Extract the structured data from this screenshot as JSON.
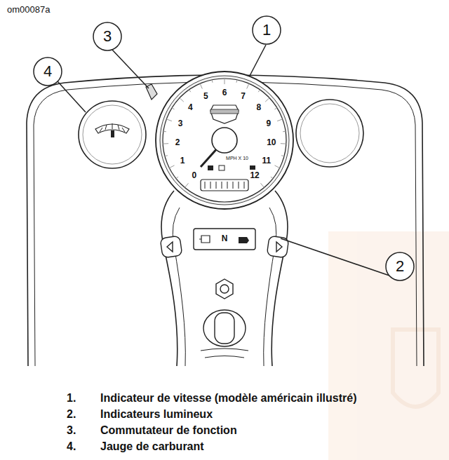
{
  "diagram": {
    "labels": [
      "om00087a",
      "1",
      "2",
      "3",
      "4",
      "0",
      "1",
      "2",
      "3",
      "4",
      "5",
      "6",
      "7",
      "8",
      "9",
      "10",
      "11",
      "12",
      "MPH X 10",
      "N",
      "1.",
      "Indicateur de vitesse (modèle américain illustré)",
      "2.",
      "Indicateurs lumineux",
      "3.",
      "Commutateur de fonction",
      "4.",
      "Jauge de carburant"
    ]
  }
}
